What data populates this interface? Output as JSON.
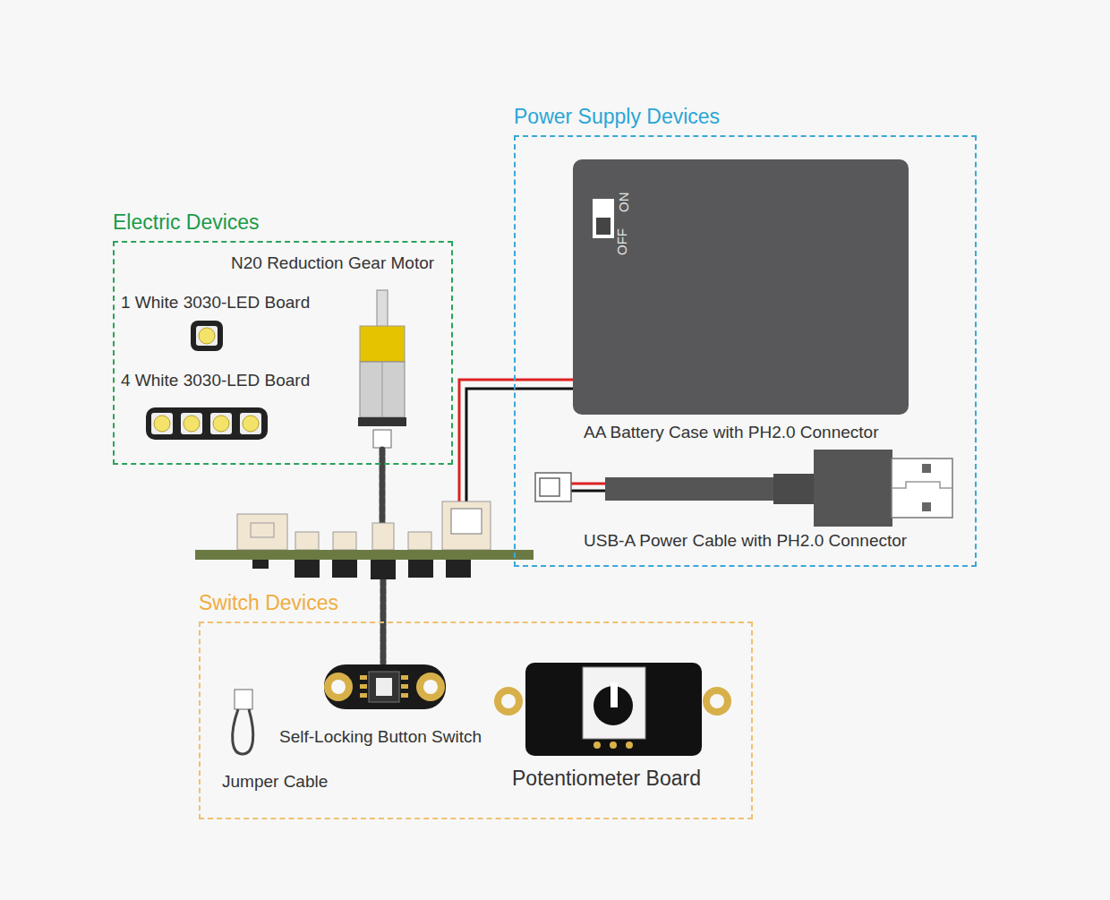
{
  "diagram": {
    "nodes": [
      {
        "text": [
          "Electric Devices"
        ]
      },
      {
        "text": [
          "Power Supply Devices"
        ]
      },
      {
        "text": [
          "Switch Devices"
        ]
      }
    ],
    "labels": [
      "N20 Reduction Gear Motor",
      "1 White 3030-LED Board",
      "4 White 3030-LED Board",
      "ON",
      "OFF",
      "AA Battery Case with PH2.0 Connector",
      "USB-A Power Cable with PH2.0 Connector",
      "Self-Locking Button Switch",
      "Jumper Cable",
      "Potentiometer Board"
    ]
  }
}
